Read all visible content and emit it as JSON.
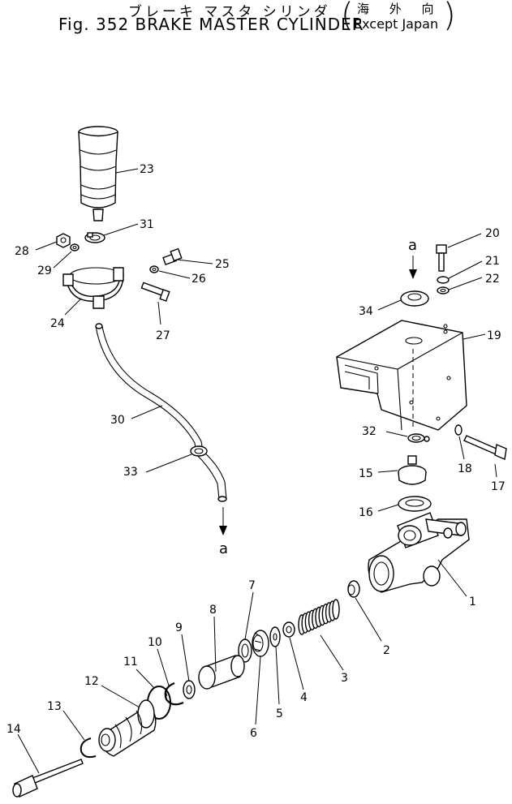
{
  "title": {
    "japanese": "ブレーキ マスタ シリンダ",
    "figure": "Fig. 352 BRAKE MASTER CYLINDER",
    "note_japanese": "海 外 向",
    "note_english": "Except Japan"
  },
  "connection_marker": "a",
  "callouts": {
    "p1": "1",
    "p2": "2",
    "p3": "3",
    "p4": "4",
    "p5": "5",
    "p6": "6",
    "p7": "7",
    "p8": "8",
    "p9": "9",
    "p10": "10",
    "p11": "11",
    "p12": "12",
    "p13": "13",
    "p14": "14",
    "p15": "15",
    "p16": "16",
    "p17": "17",
    "p18": "18",
    "p19": "19",
    "p20": "20",
    "p21": "21",
    "p22": "22",
    "p23": "23",
    "p24": "24",
    "p25": "25",
    "p26": "26",
    "p27": "27",
    "p28": "28",
    "p29": "29",
    "p30": "30",
    "p31": "31",
    "p32": "32",
    "p33": "33",
    "p34": "34"
  }
}
